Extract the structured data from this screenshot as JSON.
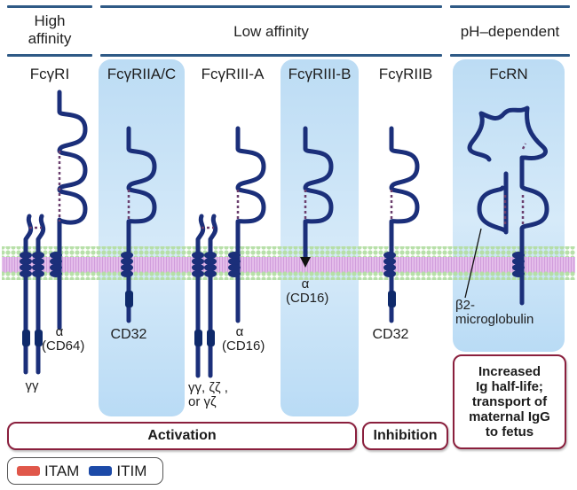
{
  "categories": [
    {
      "label": "High affinity",
      "lines": [
        "High",
        "affinity"
      ]
    },
    {
      "label": "Low affinity",
      "lines": [
        "Low affinity"
      ]
    },
    {
      "label": "pH–dependent",
      "lines": [
        "pH–dependent"
      ]
    }
  ],
  "receptors": [
    {
      "name": "FcγRI",
      "highlighted": false,
      "chain_labels": [
        "α",
        "(CD64)"
      ],
      "accessory_label": "γγ"
    },
    {
      "name": "FcγRIIA/C",
      "highlighted": true,
      "chain_labels": [
        "CD32"
      ]
    },
    {
      "name": "FcγRIII-A",
      "highlighted": false,
      "chain_labels": [
        "α",
        "(CD16)"
      ],
      "accessory_label": "γγ, ζζ ,\nor γζ"
    },
    {
      "name": "FcγRIII-B",
      "highlighted": true,
      "chain_labels": [
        "α",
        "(CD16)"
      ]
    },
    {
      "name": "FcγRIIB",
      "highlighted": false,
      "chain_labels": [
        "CD32"
      ]
    },
    {
      "name": "FcRN",
      "highlighted": true,
      "chain_labels": [
        "β2-",
        "microglobulin"
      ]
    }
  ],
  "functions": [
    {
      "label": "Activation"
    },
    {
      "label": "Inhibition"
    },
    {
      "label": "Increased Ig half-life; transport of maternal IgG to fetus",
      "lines": [
        "Increased",
        "Ig half-life;",
        "transport of",
        "maternal IgG",
        "to fetus"
      ]
    }
  ],
  "legend": [
    {
      "label": "ITAM",
      "color": "#e0574a"
    },
    {
      "label": "ITIM",
      "color": "#1c4aa8"
    }
  ],
  "colors": {
    "protein": "#1b2f7a",
    "motif": "#0f2a6b",
    "header_line": "#2f5a86",
    "function_border": "#8a1f3d",
    "membrane_head": "#a9d99a",
    "membrane_tail": "#dca8e6"
  }
}
